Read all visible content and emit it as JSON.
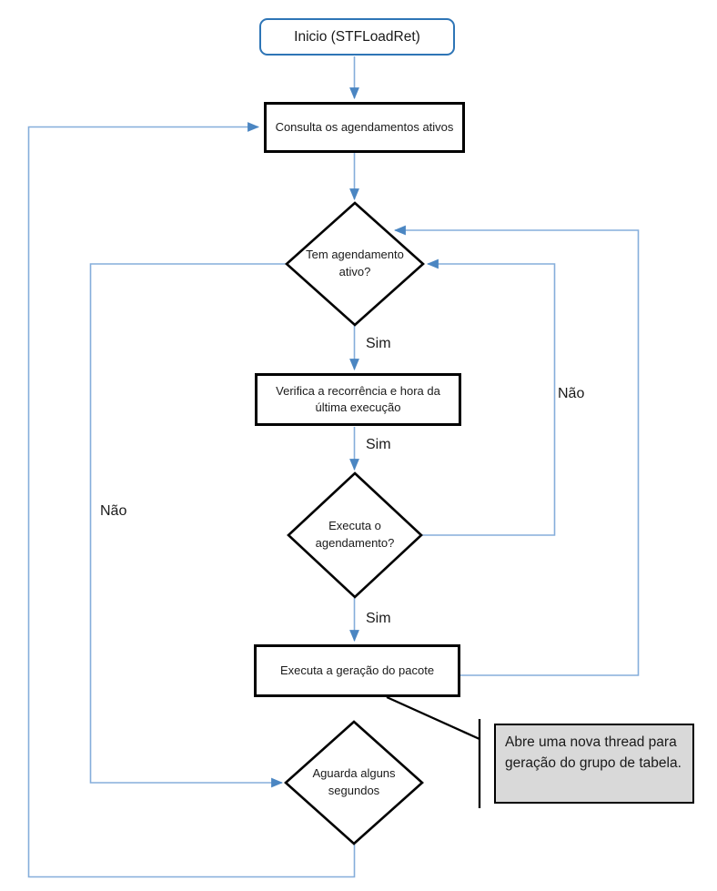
{
  "colors": {
    "connector": "#85AEDB",
    "arrow": "#4B86C2",
    "start_border": "#2E75B6",
    "shape_border": "#000000",
    "note_fill": "#D9D9D9",
    "callout": "#000000"
  },
  "nodes": {
    "start": {
      "label": "Inicio (STFLoadRet)"
    },
    "consulta": {
      "label": "Consulta os agendamentos ativos"
    },
    "tem_agendamento": {
      "label": "Tem agendamento ativo?"
    },
    "verifica": {
      "label": "Verifica a recorrência e hora da última execução"
    },
    "executa_agendamento": {
      "label": "Executa o agendamento?"
    },
    "executa_geracao": {
      "label": "Executa a geração do pacote"
    },
    "aguarda": {
      "label": "Aguarda alguns segundos"
    },
    "note": {
      "label": "Abre uma nova thread para geração do grupo de tabela."
    }
  },
  "labels": {
    "sim1": "Sim",
    "sim2": "Sim",
    "sim3": "Sim",
    "nao_left": "Não",
    "nao_right": "Não"
  }
}
